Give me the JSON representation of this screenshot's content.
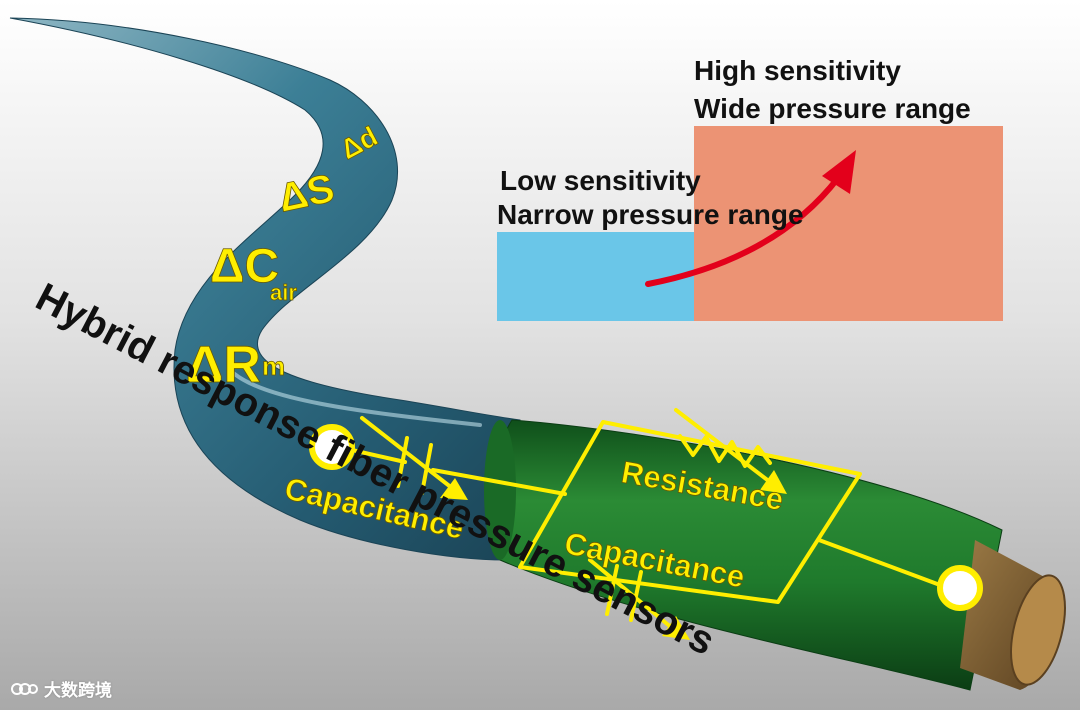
{
  "chart": {
    "low_box": {
      "line1": "Low sensitivity",
      "line2": "Narrow pressure range",
      "color": "#6ac6e8"
    },
    "high_box": {
      "line1": "High sensitivity",
      "line2": "Wide pressure range",
      "color": "#ec9374"
    },
    "arrow_color": "#e3001b"
  },
  "fiber": {
    "parameters": {
      "d": "Δd",
      "s": "ΔS",
      "c_main": "ΔC",
      "c_sub": "air",
      "r_main": "ΔR",
      "r_sub": "m"
    },
    "colors": {
      "blue_fiber": "#2f6f88",
      "green_sheath": "#1f7a2c",
      "core": "#7a5c2e",
      "circuit": "#ffee00"
    }
  },
  "circuit": {
    "capacitance_left": "Capacitance",
    "resistance": "Resistance",
    "capacitance_bottom": "Capacitance"
  },
  "caption": "Hybrid response fiber pressure sensors",
  "watermark": "大数跨境"
}
